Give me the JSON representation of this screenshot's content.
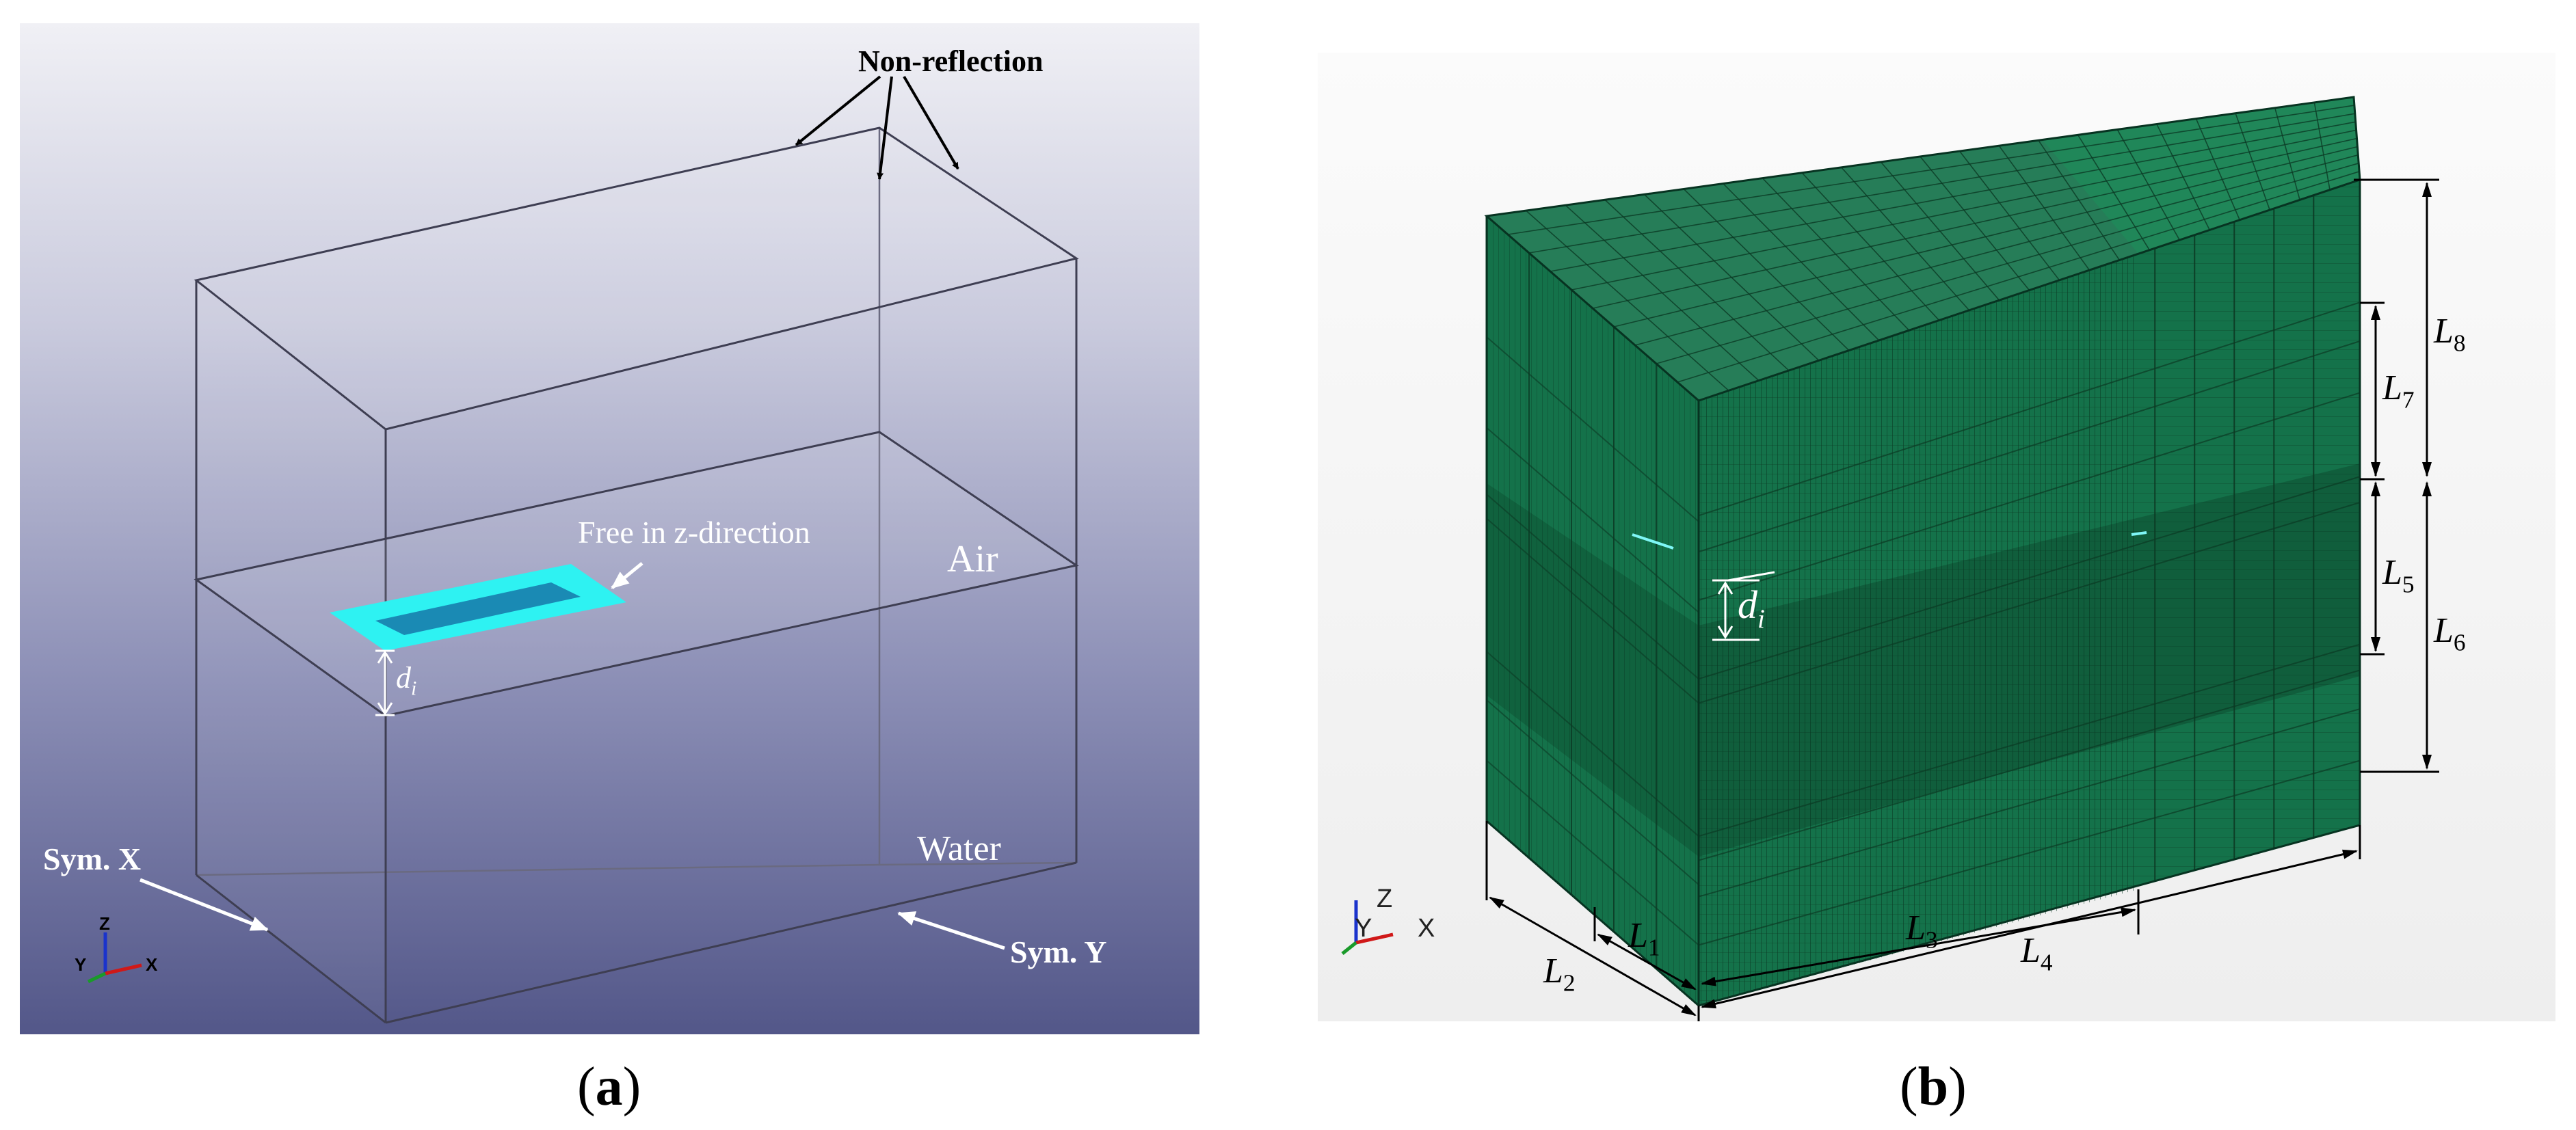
{
  "panel_a": {
    "caption": "a",
    "labels": {
      "non_reflection": "Non-reflection",
      "free_in_z": "Free in z-direction",
      "air": "Air",
      "water": "Water",
      "sym_x": "Sym. X",
      "sym_y": "Sym. Y",
      "d_main": "d",
      "d_sub": "i"
    },
    "triad": {
      "z": "Z",
      "y": "Y",
      "x": "X"
    },
    "colors": {
      "plate_edge": "#2ef2f2",
      "plate_center": "#1a8ab4",
      "background_top": "#f0f0f5",
      "background_bottom": "#535789"
    }
  },
  "panel_b": {
    "caption": "b",
    "labels": {
      "d_main": "d",
      "d_sub": "i",
      "L1_main": "L",
      "L1_sub": "1",
      "L2_main": "L",
      "L2_sub": "2",
      "L3_main": "L",
      "L3_sub": "3",
      "L4_main": "L",
      "L4_sub": "4",
      "L5_main": "L",
      "L5_sub": "5",
      "L6_main": "L",
      "L6_sub": "6",
      "L7_main": "L",
      "L7_sub": "7",
      "L8_main": "L",
      "L8_sub": "8"
    },
    "triad": {
      "z": "Z",
      "y": "Y",
      "x": "X"
    },
    "colors": {
      "mesh_fill": "#14724a",
      "mesh_line": "#0b3a24"
    }
  }
}
